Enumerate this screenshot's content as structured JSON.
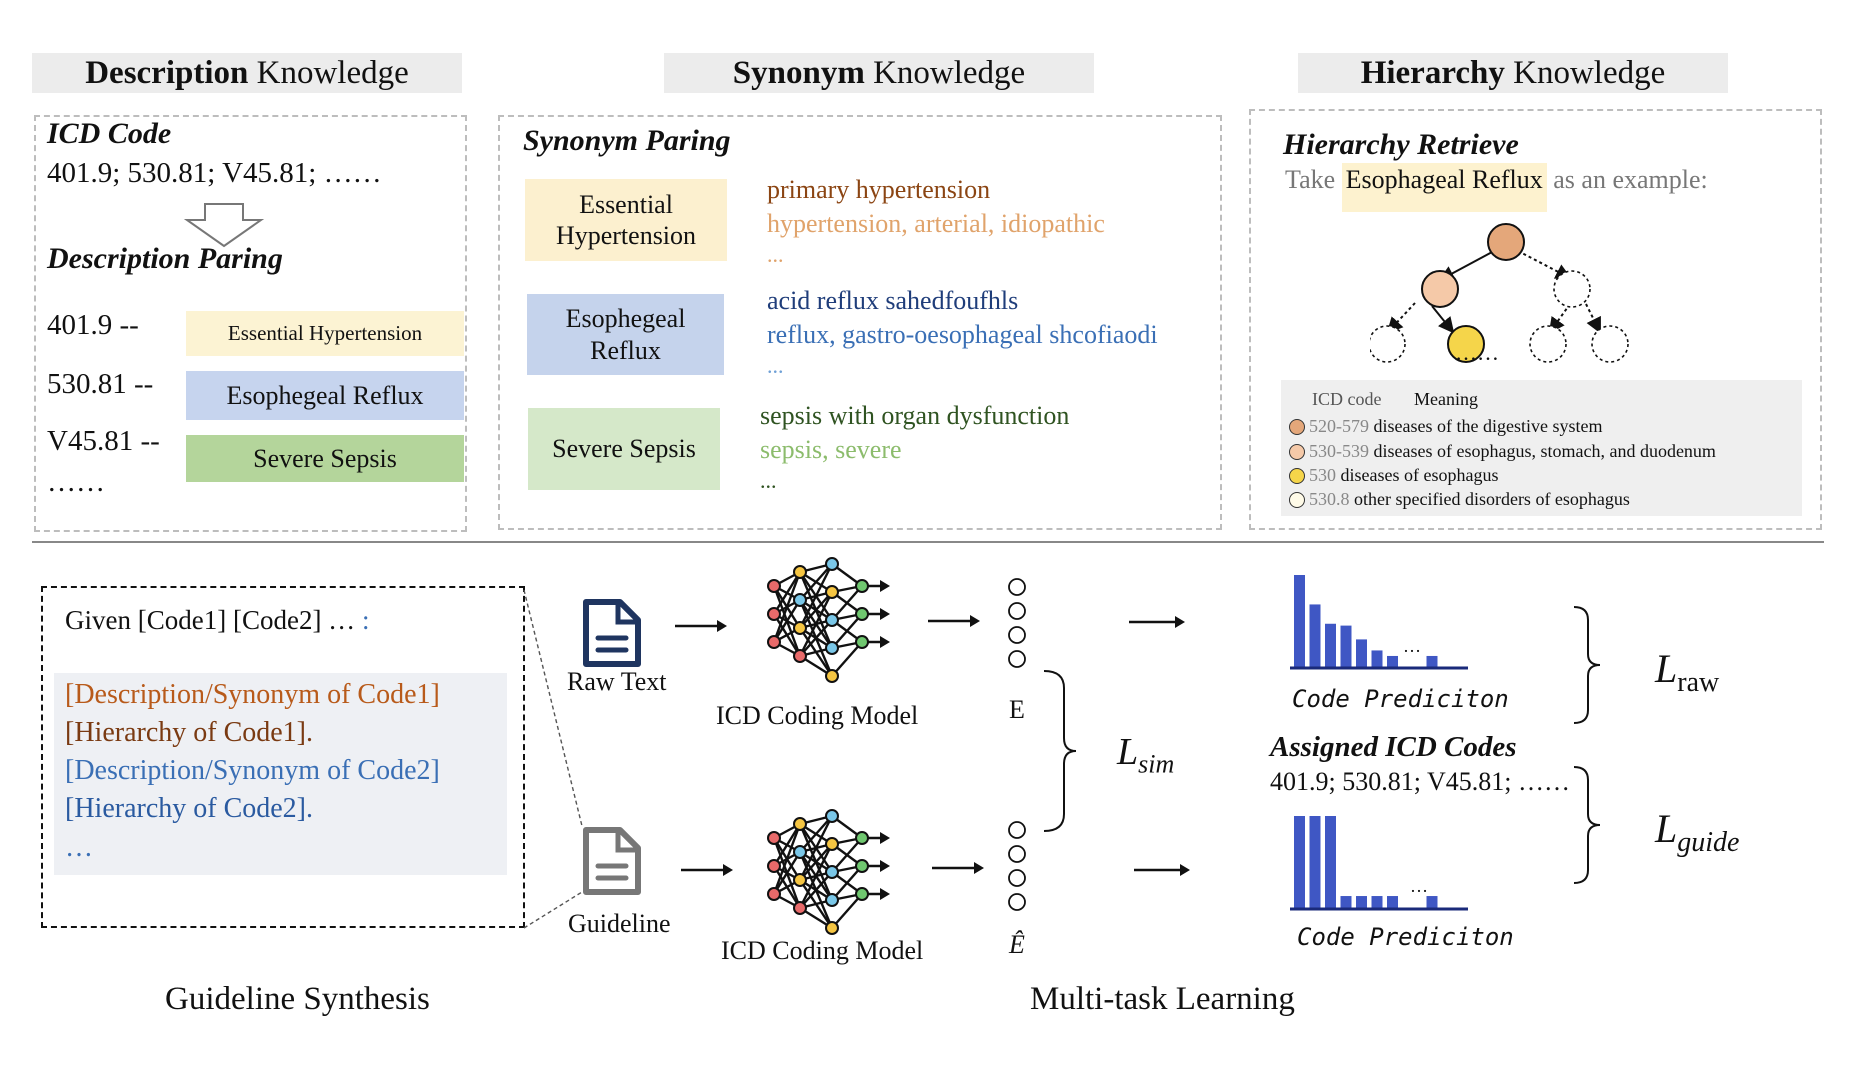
{
  "headers": {
    "description": {
      "bold": "Description",
      "rest": " Knowledge"
    },
    "synonym": {
      "bold": "Synonym",
      "rest": " Knowledge"
    },
    "hierarchy": {
      "bold": "Hierarchy",
      "rest": " Knowledge"
    }
  },
  "description_panel": {
    "icd_code_title": "ICD Code",
    "icd_codes": "401.9; 530.81; V45.81; ……",
    "pairing_title": "Description Paring",
    "rows": [
      {
        "code": "401.9 --",
        "label": "Essential Hypertension",
        "color": "#fcf3d3"
      },
      {
        "code": "530.81 --",
        "label": "Esophegeal Reflux",
        "color": "#c6d4ee"
      },
      {
        "code": "V45.81 --",
        "label": "Severe Sepsis",
        "color": "#b4d59b"
      }
    ],
    "ellipsis": "……"
  },
  "synonym_panel": {
    "title": "Synonym Paring",
    "groups": [
      {
        "term": "Essential Hypertension",
        "color": "#fcf0cf",
        "lines": [
          {
            "text": "primary hypertension",
            "color": "#8b4513"
          },
          {
            "text": "hypertension, arterial, idiopathic",
            "color": "#e0a36b"
          },
          {
            "text": "...",
            "color": "#e0a36b"
          }
        ]
      },
      {
        "term": "Esophegeal Reflux",
        "color": "#c5d3ec",
        "lines": [
          {
            "text": "acid reflux sahedfoufhls",
            "color": "#1f3d7a"
          },
          {
            "text": "reflux, gastro-oesophageal shcofiaodi",
            "color": "#3a6fb5"
          },
          {
            "text": "...",
            "color": "#6fa0d6"
          }
        ]
      },
      {
        "term": "Severe Sepsis",
        "color": "#d5e8c9",
        "lines": [
          {
            "text": "sepsis with organ dysfunction",
            "color": "#2f5321"
          },
          {
            "text": "sepsis, severe",
            "color": "#8cbc6c"
          },
          {
            "text": "...",
            "color": "#2f5321"
          }
        ]
      }
    ]
  },
  "hierarchy_panel": {
    "title": "Hierarchy Retrieve",
    "take": "Take",
    "highlight": "Esophageal Reflux",
    "as_example": "as an example:",
    "tree_ellipsis": "……",
    "legend_header_code": "ICD code",
    "legend_header_meaning": "Meaning",
    "legend": [
      {
        "code": "520-579",
        "meaning": "diseases of the digestive system",
        "dot_color": "#e4a77a"
      },
      {
        "code": "530-539",
        "meaning": "diseases of esophagus, stomach, and duodenum",
        "dot_color": "#f5c9a8"
      },
      {
        "code": "530",
        "meaning": "diseases of esophagus",
        "dot_color": "#f5d54a"
      },
      {
        "code": "530.8",
        "meaning": "other specified disorders of esophagus",
        "dot_color": "#fffbe8"
      }
    ]
  },
  "guideline_box": {
    "given": "Given [Code1] [Code2] …",
    "given_colon": ":",
    "lines": [
      {
        "text": "[Description/Synonym of Code1]",
        "color": "#b85a1a"
      },
      {
        "text": "[Hierarchy of Code1].",
        "color": "#7a3a12"
      },
      {
        "text": "[Description/Synonym of Code2]",
        "color": "#3a6fb5"
      },
      {
        "text": "[Hierarchy of Code2].",
        "color": "#2a5aa0"
      },
      {
        "text": "…",
        "color": "#3a6fb5"
      }
    ]
  },
  "pipeline": {
    "raw_text": "Raw Text",
    "guideline": "Guideline",
    "model_top": "ICD Coding Model",
    "model_bottom": "ICD Coding Model",
    "e_label": "E",
    "e_hat_label": "Ê",
    "l_sim": "L",
    "l_sim_sub": "sim",
    "l_raw": "L",
    "l_raw_sub": "raw",
    "l_guide": "L",
    "l_guide_sub": "guide",
    "code_prediction_top": "Code Prediciton",
    "code_prediction_bottom": "Code Prediciton",
    "assigned_title": "Assigned ICD Codes",
    "assigned_codes": "401.9; 530.81; V45.81; ……",
    "bar_ellipsis": "…"
  },
  "bar_charts": {
    "color": "#3f57c4",
    "top_values": [
      1.0,
      0.68,
      0.47,
      0.45,
      0.3,
      0.18,
      0.12,
      0.12
    ],
    "bottom_values": [
      1.0,
      1.0,
      1.0,
      0.13,
      0.13,
      0.13,
      0.13,
      0.13
    ]
  },
  "captions": {
    "left": "Guideline Synthesis",
    "right": "Multi-task Learning"
  }
}
